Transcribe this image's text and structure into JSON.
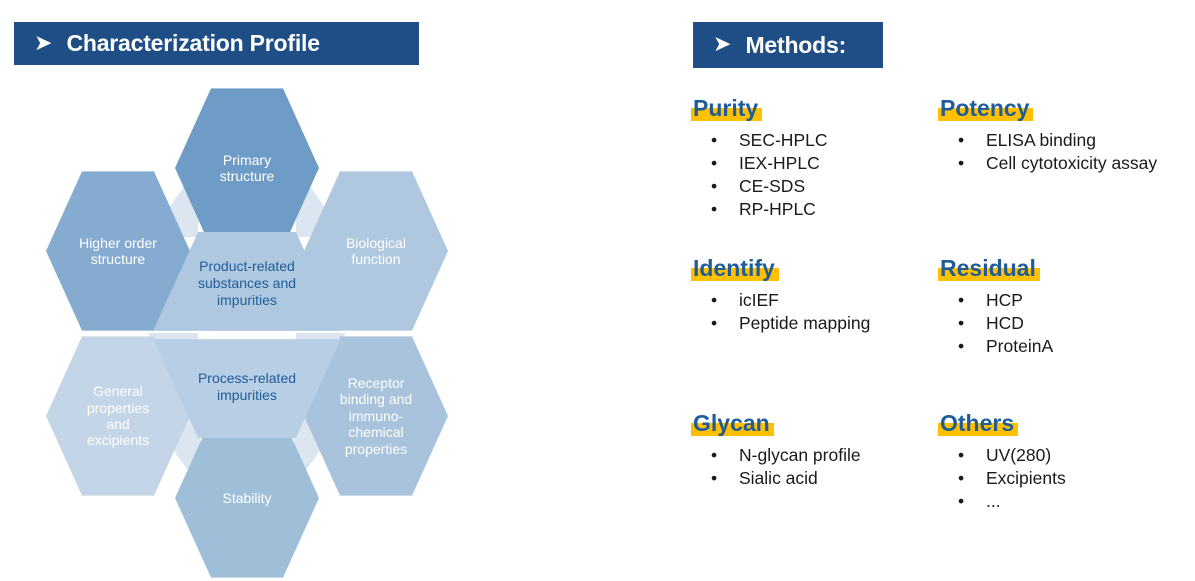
{
  "banners": {
    "characterization": {
      "arrow": "➤",
      "title": "Characterization Profile"
    },
    "methods": {
      "arrow": "➤",
      "title": "Methods:"
    }
  },
  "colors": {
    "banner_blue": "#1F4E87",
    "heading_blue": "#1F5C99",
    "highlight_yellow": "#FFC000",
    "hex_darkest": "#6F9CC6",
    "hex_dark": "#85ACD0",
    "hex_mid": "#9FBFD9",
    "hex_light": "#AFC8DF",
    "hex_lightest": "#C3D5E6",
    "hex_center_top": "#AEC8E0",
    "hex_center_bottom": "#B7CEE4",
    "connector": "#DCE6F1"
  },
  "diagram": {
    "outer_hexagons": [
      {
        "id": "primary",
        "label": "Primary\nstructure"
      },
      {
        "id": "higher",
        "label": "Higher order\nstructure"
      },
      {
        "id": "biological",
        "label": "Biological\nfunction"
      },
      {
        "id": "general",
        "label": "General\nproperties\nand\nexcipients"
      },
      {
        "id": "receptor",
        "label": "Receptor\nbinding and\nimmuno-\nchemical\nproperties"
      },
      {
        "id": "stability",
        "label": "Stability"
      }
    ],
    "center": {
      "top_label": "Product-related\nsubstances and\nimpurities",
      "bottom_label": "Process-related\nimpurities"
    }
  },
  "methods": {
    "bullet_glyph": "•",
    "blocks": [
      {
        "id": "purity",
        "heading": "Purity",
        "items": [
          "SEC-HPLC",
          "IEX-HPLC",
          "CE-SDS",
          "RP-HPLC"
        ]
      },
      {
        "id": "potency",
        "heading": "Potency",
        "items": [
          "ELISA binding",
          "Cell cytotoxicity assay"
        ]
      },
      {
        "id": "identify",
        "heading": "Identify",
        "items": [
          "icIEF",
          " Peptide mapping"
        ]
      },
      {
        "id": "residual",
        "heading": "Residual",
        "items": [
          "HCP",
          "HCD",
          "ProteinA"
        ]
      },
      {
        "id": "glycan",
        "heading": "Glycan",
        "items": [
          "N-glycan profile",
          "Sialic acid"
        ]
      },
      {
        "id": "others",
        "heading": "Others",
        "items": [
          "UV(280)",
          "Excipients",
          "..."
        ]
      }
    ]
  }
}
